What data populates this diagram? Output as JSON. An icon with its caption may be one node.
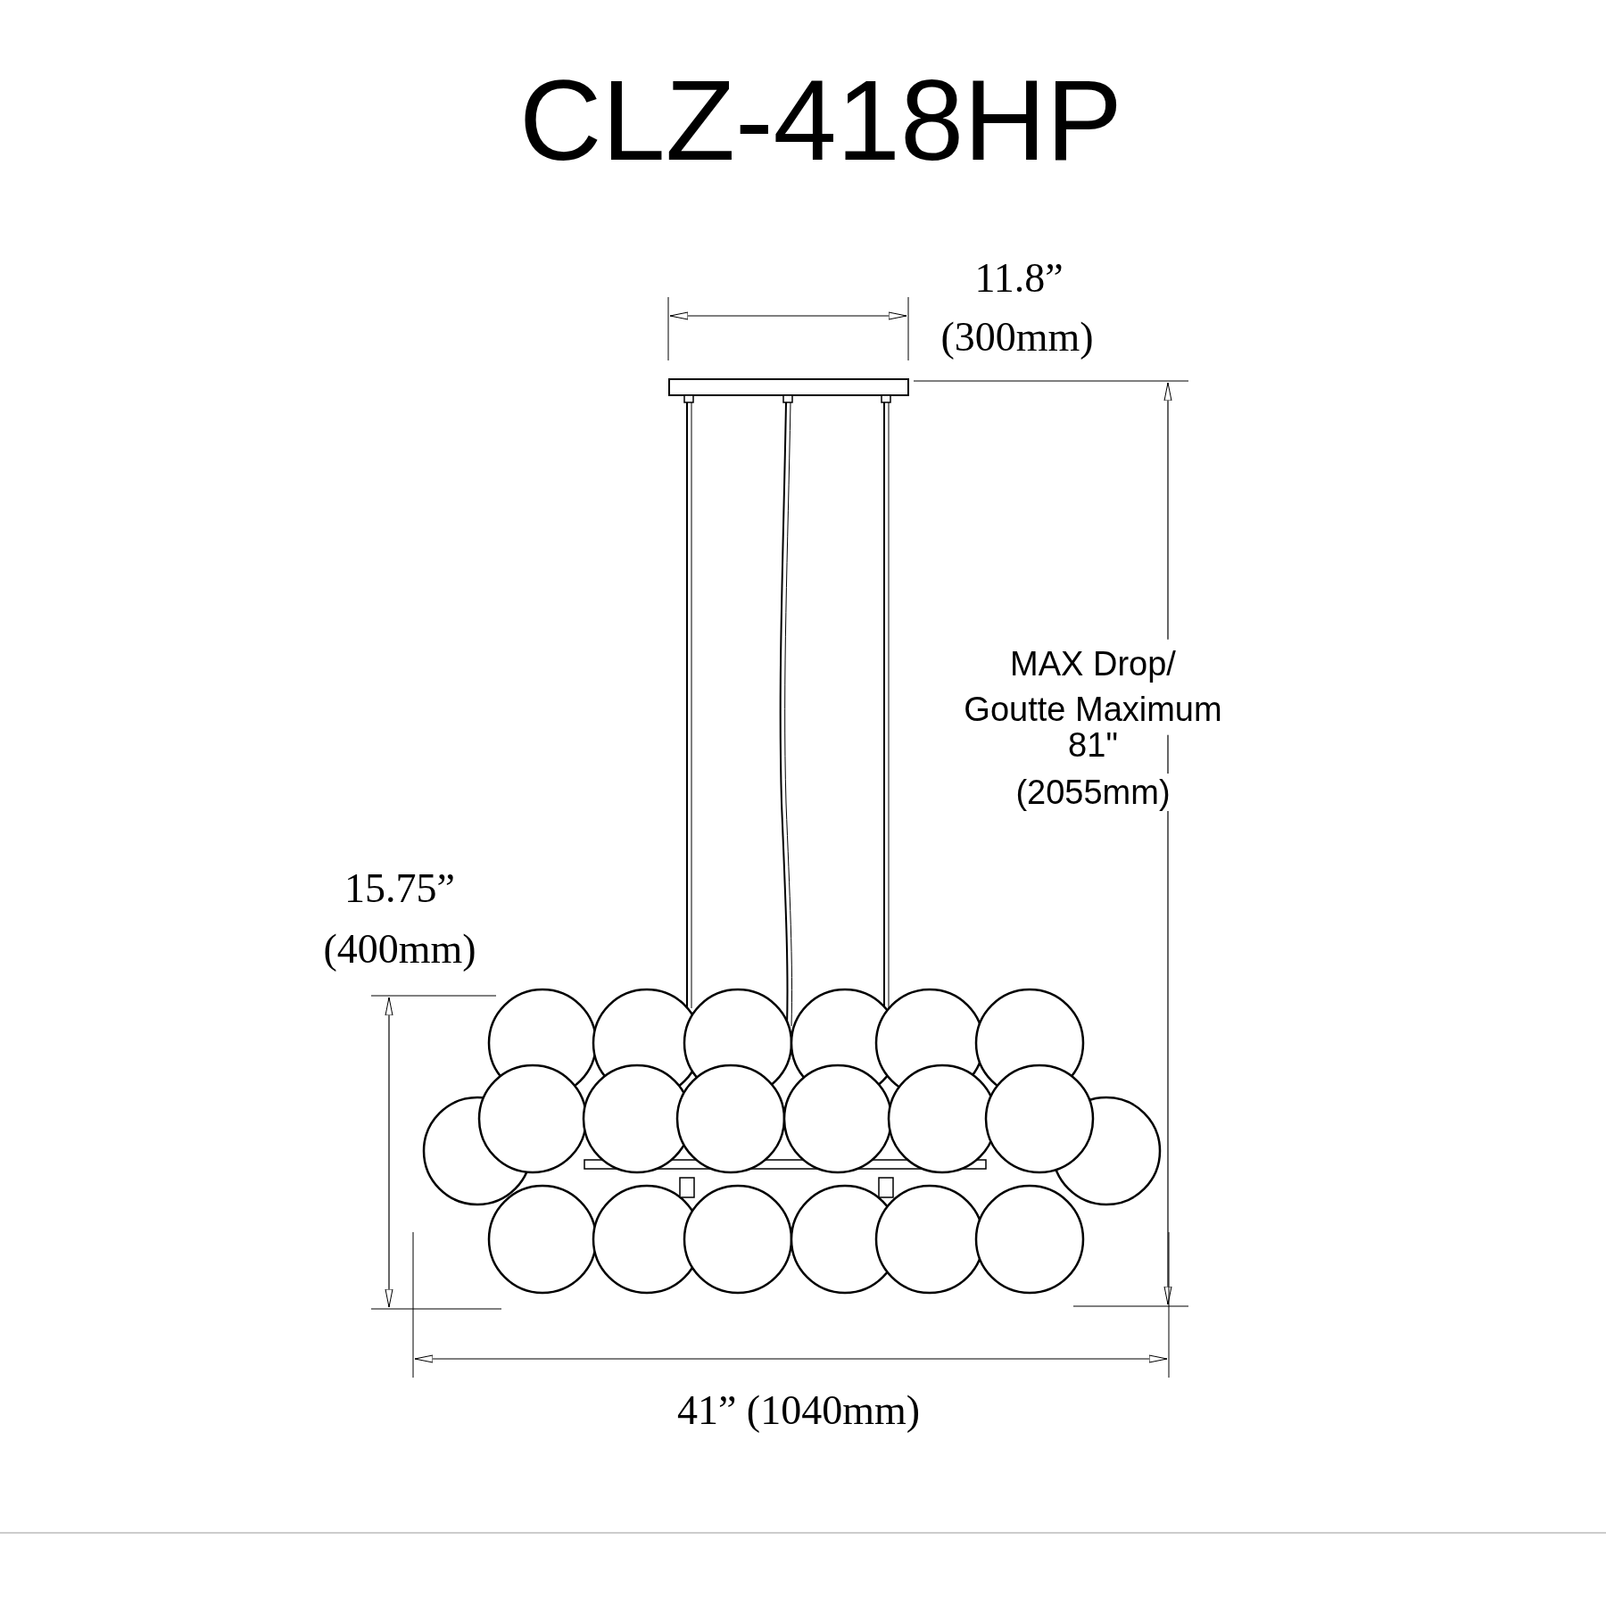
{
  "diagram": {
    "title": "CLZ-418HP",
    "labels": [
      "11.8”",
      "(300mm)",
      "MAX Drop/ Goutte Maximum",
      "81\"",
      "(2055mm)",
      "15.75”",
      "(400mm)",
      "41” (1040mm)"
    ]
  }
}
